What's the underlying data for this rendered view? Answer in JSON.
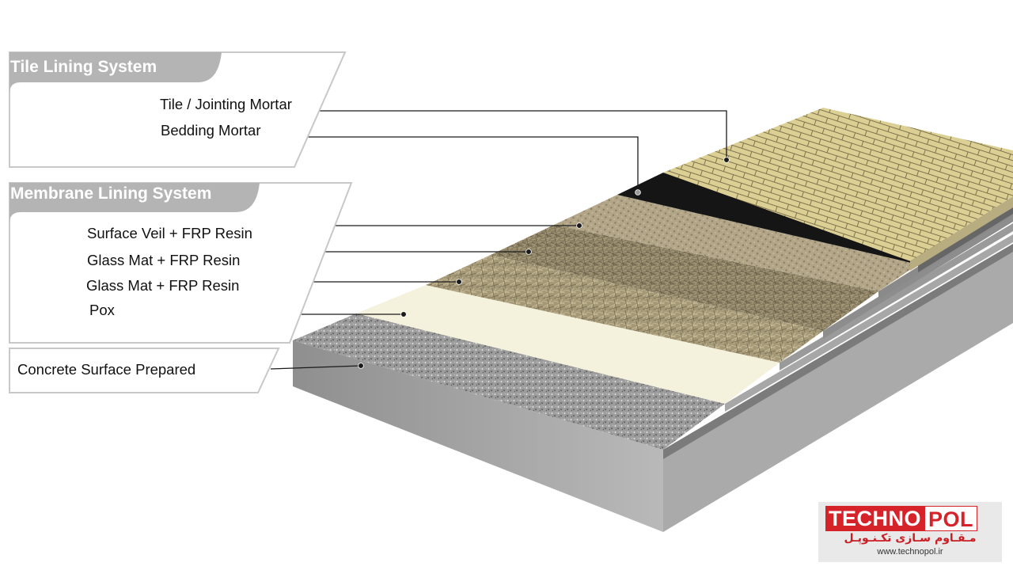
{
  "groups": {
    "tile": {
      "title": "Tile Lining System",
      "items": [
        "Tile / Jointing Mortar",
        "Bedding Mortar"
      ]
    },
    "membrane": {
      "title": "Membrane Lining System",
      "items": [
        "Surface Veil + FRP Resin",
        "Glass Mat + FRP Resin",
        "Glass Mat + FRP Resin",
        "Pox"
      ]
    },
    "concrete": {
      "items": [
        "Concrete Surface Prepared"
      ]
    }
  },
  "logo": {
    "brand_red": "TECHNO",
    "brand_white": "POL",
    "persian": "مـقـاوم سـازی تکـنـوپـل",
    "url": "www.technopol.ir"
  },
  "colors": {
    "tab_gray": "#b4b4b4",
    "frame_gray": "#c8c8c8",
    "tile": "#dccf93",
    "bedding": "#151515",
    "veil": "#b7a98c",
    "glass_mat": "#8d8166",
    "pox": "#f4f1dc",
    "concrete": "#9b9b9b",
    "brand_red": "#d6232a"
  }
}
